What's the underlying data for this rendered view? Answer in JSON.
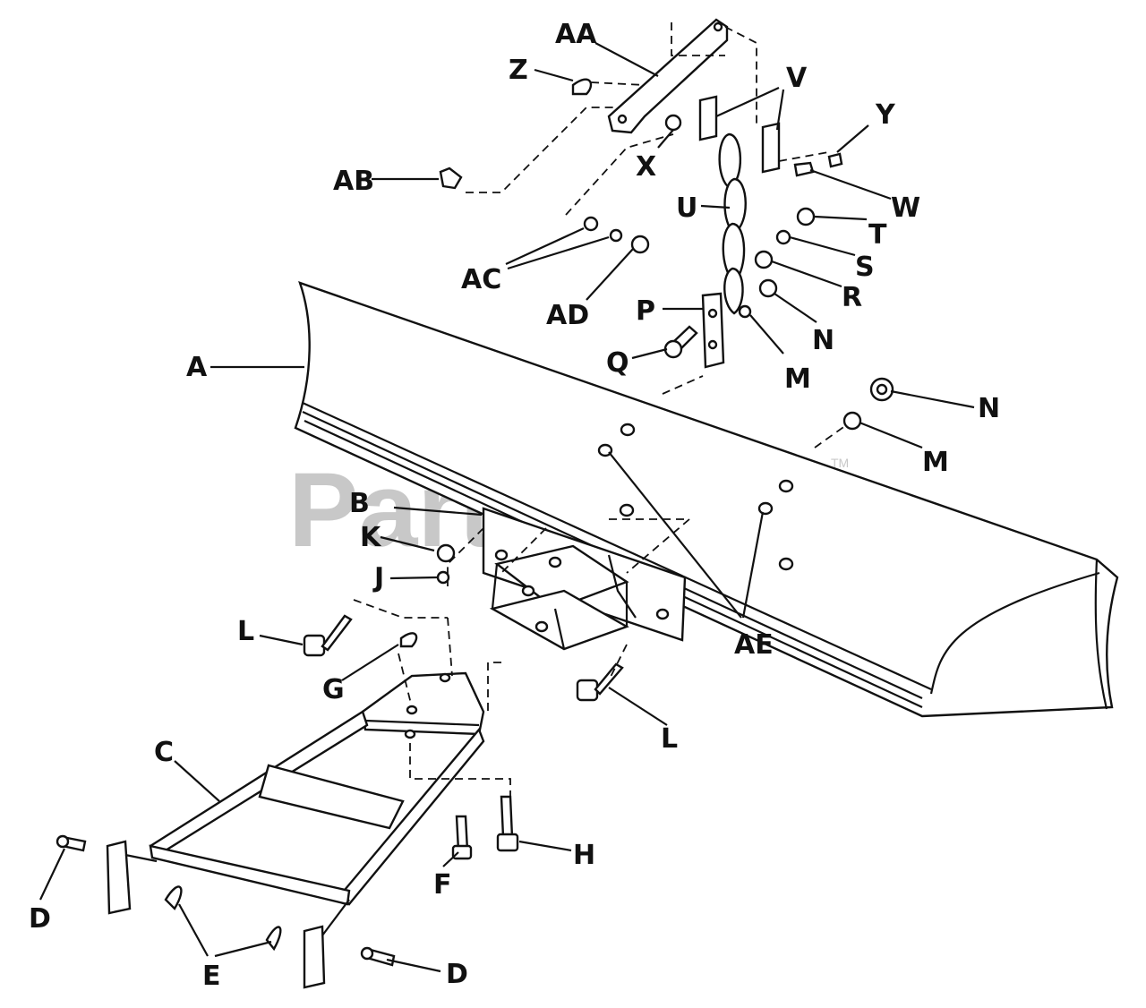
{
  "watermark": {
    "text": "PartsTree",
    "trademark": "TM"
  },
  "callouts": {
    "a": "A",
    "b": "B",
    "c": "C",
    "d1": "D",
    "d2": "D",
    "e": "E",
    "f": "F",
    "g": "G",
    "h": "H",
    "j": "J",
    "k": "K",
    "l1": "L",
    "l2": "L",
    "m1": "M",
    "m2": "M",
    "n1": "N",
    "n2": "N",
    "p": "P",
    "q": "Q",
    "r": "R",
    "s": "S",
    "t": "T",
    "u": "U",
    "v": "V",
    "w": "W",
    "x": "X",
    "y": "Y",
    "z": "Z",
    "aa": "AA",
    "ab": "AB",
    "ac": "AC",
    "ad": "AD",
    "ae": "AE"
  }
}
